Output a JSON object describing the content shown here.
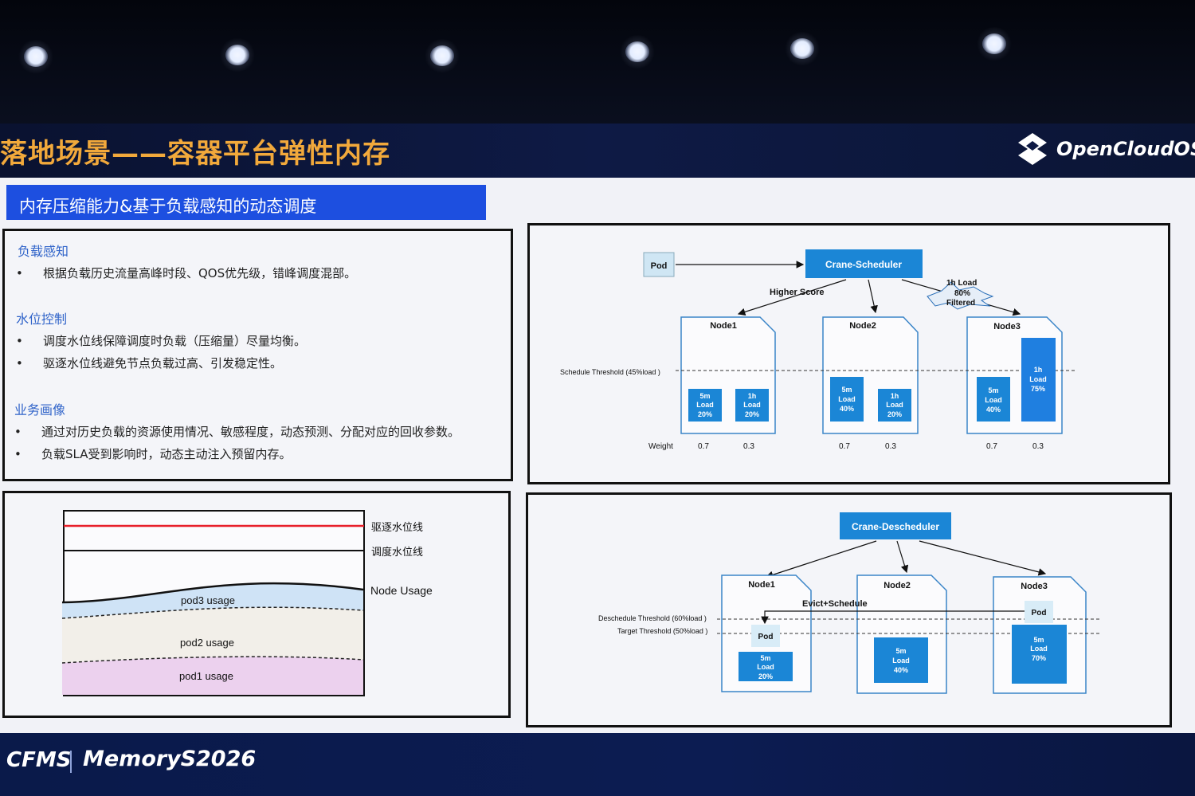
{
  "slide": {
    "title": "落地场景——容器平台弹性内存",
    "subtitle": "内存压缩能力&基于负载感知的动态调度",
    "logo_text": "OpenCloudOS"
  },
  "text_panel": {
    "sections": [
      {
        "heading": "负载感知",
        "bullets": [
          "根据负载历史流量高峰时段、QOS优先级，错峰调度混部。"
        ]
      },
      {
        "heading": "水位控制",
        "bullets": [
          "调度水位线保障调度时负载（压缩量）尽量均衡。",
          "驱逐水位线避免节点负载过高、引发稳定性。"
        ]
      },
      {
        "heading": "业务画像",
        "bullets": [
          "通过对历史负载的资源使用情况、敏感程度，动态预测、分配对应的回收参数。",
          "负载SLA受到影响时，动态主动注入预留内存。"
        ]
      }
    ],
    "bullet_marker": "•"
  },
  "usage_chart": {
    "evict_line_label": "驱逐水位线",
    "schedule_line_label": "调度水位线",
    "node_usage_label": "Node Usage",
    "pod3_label": "pod3 usage",
    "pod2_label": "pod2 usage",
    "pod1_label": "pod1 usage",
    "colors": {
      "evict_line": "#e8202a",
      "pod3_band": "#cfe3f6",
      "pod2_band": "#f2efe9",
      "pod1_band": "#ecd1ee"
    }
  },
  "scheduler_diagram": {
    "pod_label": "Pod",
    "scheduler_label": "Crane-Scheduler",
    "higher_score": "Higher Score",
    "filter_note": [
      "1h Load",
      "80%",
      "Filtered"
    ],
    "threshold_label": "Schedule Threshold (45%load )",
    "weight_label": "Weight",
    "nodes": [
      {
        "name": "Node1",
        "b1": [
          "5m",
          "Load",
          "20%"
        ],
        "b2": [
          "1h",
          "Load",
          "20%"
        ],
        "w1": "0.7",
        "w2": "0.3"
      },
      {
        "name": "Node2",
        "b1": [
          "5m",
          "Load",
          "40%"
        ],
        "b2": [
          "1h",
          "Load",
          "20%"
        ],
        "w1": "0.7",
        "w2": "0.3"
      },
      {
        "name": "Node3",
        "b1": [
          "5m",
          "Load",
          "40%"
        ],
        "b2": [
          "1h",
          "Load",
          "75%"
        ],
        "w1": "0.7",
        "w2": "0.3"
      }
    ]
  },
  "descheduler_diagram": {
    "descheduler_label": "Crane-Descheduler",
    "evict_label": "Evict+Schedule",
    "deschedule_threshold": "Deschedule Threshold (60%load )",
    "target_threshold": "Target Threshold (50%load )",
    "nodes": [
      {
        "name": "Node1",
        "pod": "Pod",
        "box": [
          "5m",
          "Load",
          "20%"
        ]
      },
      {
        "name": "Node2",
        "box": [
          "5m",
          "Load",
          "40%"
        ]
      },
      {
        "name": "Node3",
        "pod": "Pod",
        "box": [
          "5m",
          "Load",
          "70%"
        ]
      }
    ]
  },
  "footer": {
    "cfms": "CFMS",
    "memorys": "MemoryS",
    "year": "2026"
  },
  "colors": {
    "title": "#f2a93b",
    "subtitle_bar": "#1d4fe0",
    "diagram_blue": "#1b86d6",
    "heading_blue": "#2f63c9"
  }
}
